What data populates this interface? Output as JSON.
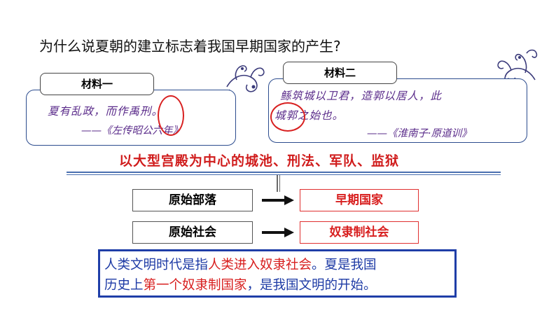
{
  "question": "为什么说夏朝的建立标志着我国早期国家的产生?",
  "material1": {
    "tab_label": "材料一",
    "quote": "夏有乱政，而作禹刑。",
    "source": "——《左传昭公六年》"
  },
  "material2": {
    "tab_label": "材料二",
    "quote_line1": "鲧筑城以卫君，造郭以居人，此",
    "quote_line2": "城郭之始也。",
    "source": "——《淮南子·原道训》"
  },
  "summary": "以大型宫殿为中心的城池、刑法、军队、监狱",
  "transitions": [
    {
      "from": "原始部落",
      "to": "早期国家"
    },
    {
      "from": "原始社会",
      "to": "奴隶制社会"
    }
  ],
  "conclusion": {
    "part1": "人类文明时代是指",
    "part2_red": "人类进入奴隶社会",
    "part3": "。夏是我国",
    "part4": "历史上",
    "part5_red": "第一个奴隶制国家",
    "part6": "，是我国文明的开始。"
  },
  "colors": {
    "accent_red": "#d82020",
    "quote_purple": "#5a2b8a",
    "conclusion_blue": "#1d3aa5",
    "card_border": "#2c4c8e"
  },
  "icons": [
    "floral-ornament-icon",
    "right-arrow-icon"
  ]
}
